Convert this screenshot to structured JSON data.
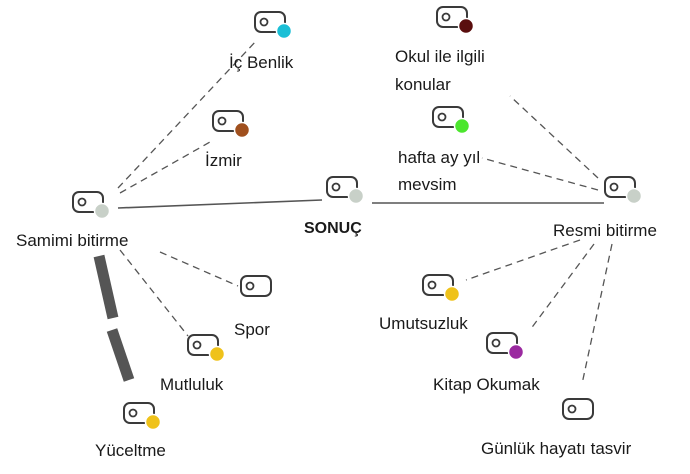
{
  "colors": {
    "edge": "#555555",
    "icon_stroke": "#3a3a3a",
    "emphasis_bar": "#555555"
  },
  "nodes": [
    {
      "id": "ic-benlik",
      "label": "İç Benlik",
      "dot": "#1bbfd6",
      "icon": "toggle-card-icon"
    },
    {
      "id": "okul",
      "label": "Okul ile ilgili",
      "label2": "konular",
      "dot": "#5a0e0e",
      "icon": "toggle-card-icon"
    },
    {
      "id": "izmir",
      "label": "İzmir",
      "dot": "#a0501e",
      "icon": "toggle-card-icon"
    },
    {
      "id": "hafta",
      "label": "hafta ay yıl",
      "label2": "mevsim",
      "dot": "#4ce62e",
      "icon": "toggle-card-icon"
    },
    {
      "id": "samimi",
      "label": "Samimi bitirme",
      "dot": "#c8d0c8",
      "icon": "toggle-card-icon"
    },
    {
      "id": "sonuc",
      "label": "SONUÇ",
      "dot": "#c8d0c8",
      "icon": "toggle-card-icon",
      "bold": true
    },
    {
      "id": "resmi",
      "label": "Resmi bitirme",
      "dot": "#c8d0c8",
      "icon": "toggle-card-icon"
    },
    {
      "id": "spor",
      "label": "Spor",
      "dot": null,
      "icon": "toggle-card-icon"
    },
    {
      "id": "mutluluk",
      "label": "Mutluluk",
      "dot": "#efc21a",
      "icon": "toggle-card-icon"
    },
    {
      "id": "yuceltme",
      "label": "Yüceltme",
      "dot": "#efc21a",
      "icon": "toggle-card-icon"
    },
    {
      "id": "umutsuzluk",
      "label": "Umutsuzluk",
      "dot": "#efc21a",
      "icon": "toggle-card-icon"
    },
    {
      "id": "kitap",
      "label": "Kitap Okumak",
      "dot": "#9b2aa0",
      "icon": "toggle-card-icon"
    },
    {
      "id": "gunluk",
      "label": "Günlük hayatı tasvir",
      "dot": null,
      "icon": "toggle-card-icon"
    }
  ],
  "edges": [
    {
      "from": "samimi",
      "to": "sonuc",
      "style": "solid"
    },
    {
      "from": "sonuc",
      "to": "resmi",
      "style": "solid"
    },
    {
      "from": "samimi",
      "to": "ic-benlik",
      "style": "dashed"
    },
    {
      "from": "samimi",
      "to": "izmir",
      "style": "dashed"
    },
    {
      "from": "samimi",
      "to": "spor",
      "style": "dashed"
    },
    {
      "from": "samimi",
      "to": "mutluluk",
      "style": "dashed"
    },
    {
      "from": "resmi",
      "to": "okul",
      "style": "dashed"
    },
    {
      "from": "resmi",
      "to": "hafta",
      "style": "dashed"
    },
    {
      "from": "resmi",
      "to": "umutsuzluk",
      "style": "dashed"
    },
    {
      "from": "resmi",
      "to": "kitap",
      "style": "dashed"
    },
    {
      "from": "resmi",
      "to": "gunluk",
      "style": "dashed"
    }
  ]
}
